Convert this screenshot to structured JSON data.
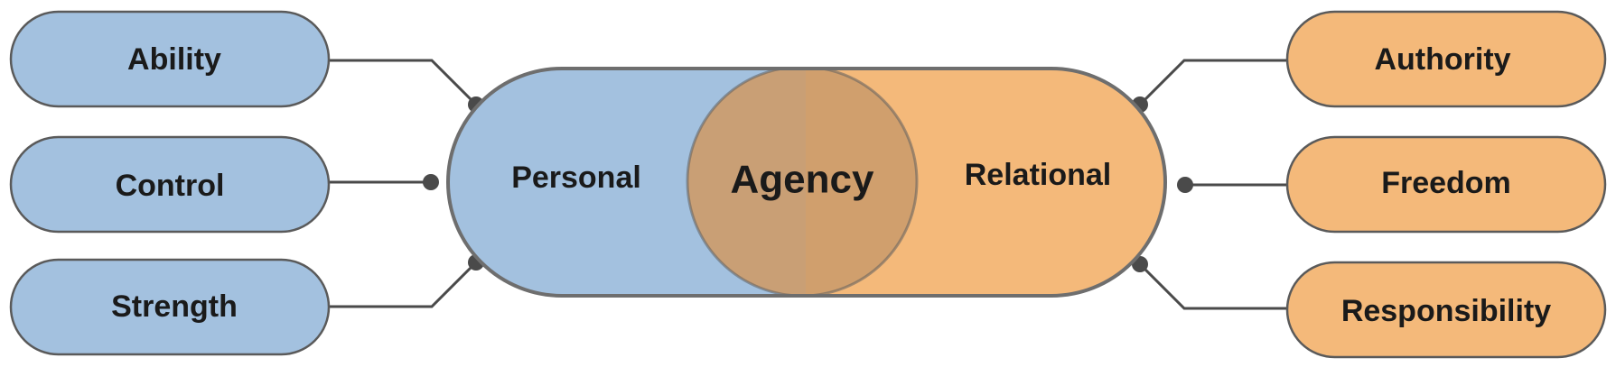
{
  "diagram": {
    "center": {
      "left_label": "Personal",
      "middle_label": "Agency",
      "right_label": "Relational"
    },
    "left_items": [
      {
        "label": "Ability"
      },
      {
        "label": "Control"
      },
      {
        "label": "Strength"
      }
    ],
    "right_items": [
      {
        "label": "Authority"
      },
      {
        "label": "Freedom"
      },
      {
        "label": "Responsibility"
      }
    ],
    "colors": {
      "personal_fill": "#a3c1df",
      "relational_fill": "#f4b97a",
      "overlap_fill": "#cc9c6b",
      "outline": "#6e6e6e",
      "connector": "#4a4a4a"
    }
  }
}
